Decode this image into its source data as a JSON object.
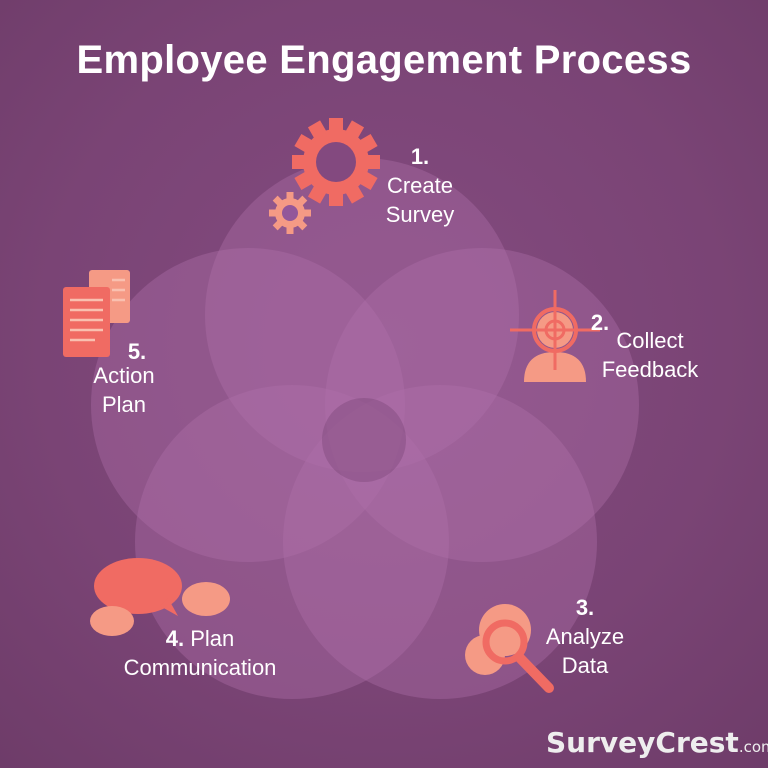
{
  "title": "Employee Engagement Process",
  "steps": [
    {
      "number": "1.",
      "label_line1": "Create",
      "label_line2": "Survey",
      "icon": "gears-icon"
    },
    {
      "number": "2.",
      "label_line1": "Collect",
      "label_line2": "Feedback",
      "icon": "target-person-icon"
    },
    {
      "number": "3.",
      "label_line1": "Analyze",
      "label_line2": "Data",
      "icon": "magnifier-icon"
    },
    {
      "number": "4.",
      "label_line1": "Plan",
      "label_line2": "Communication",
      "icon": "speech-bubbles-icon"
    },
    {
      "number": "5.",
      "label_line1": "Action",
      "label_line2": "Plan",
      "icon": "documents-icon"
    }
  ],
  "brand": {
    "name": "SurveyCrest",
    "suffix": ".com"
  },
  "colors": {
    "background": "#7d4778",
    "circle": "#a866a4",
    "accent": "#f06b63",
    "accent_light": "#f59a85"
  }
}
